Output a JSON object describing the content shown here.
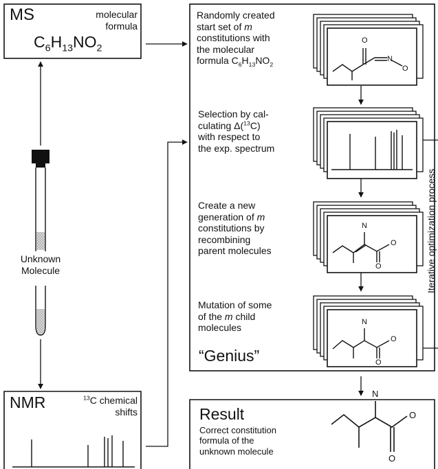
{
  "ms_box": {
    "title": "MS",
    "subtitle_line1": "molecular",
    "subtitle_line2": "formula",
    "formula": {
      "c": "C",
      "c_n": "6",
      "h": "H",
      "h_n": "13",
      "rest": "NO",
      "o_n": "2"
    }
  },
  "tube": {
    "label_line1": "Unknown",
    "label_line2": "Molecule"
  },
  "nmr_box": {
    "title": "NMR",
    "isotope": "13",
    "subtitle_line1": "C chemical",
    "subtitle_line2": "shifts"
  },
  "steps": [
    {
      "lines": [
        "Randomly created",
        "start set of",
        "constitutions with",
        "the molecular",
        "formula"
      ],
      "italic_m": "m",
      "formula": {
        "c": "C",
        "c_n": "6",
        "h": "H",
        "h_n": "13",
        "rest": "NO",
        "o_n": "2"
      }
    },
    {
      "lines": [
        "Selection by cal-",
        "culating",
        "with respect to",
        "the exp. spectrum"
      ],
      "delta": "Δ(",
      "isotope": "13",
      "delta_end": "C)"
    },
    {
      "lines": [
        "Create a new",
        "generation of",
        "constitutions by",
        "recombining",
        "parent molecules"
      ],
      "italic_m": "m"
    },
    {
      "lines": [
        "Mutation of some",
        "of the",
        "child",
        "molecules"
      ],
      "italic_m": "m"
    }
  ],
  "genius_label": "“Genius”",
  "loop_label": "Iterative optimization process",
  "result": {
    "title": "Result",
    "lines": [
      "Correct constitution",
      "formula of the",
      "unknown molecule"
    ]
  },
  "atoms": {
    "s1": [
      "O",
      "N",
      "O"
    ],
    "s3": [
      "N",
      "O",
      "O"
    ],
    "s4": [
      "N",
      "O",
      "O"
    ],
    "result": [
      "N",
      "O",
      "O"
    ]
  },
  "colors": {
    "ink": "#111111",
    "paper": "#ffffff",
    "sample": "#b8b8b8"
  }
}
